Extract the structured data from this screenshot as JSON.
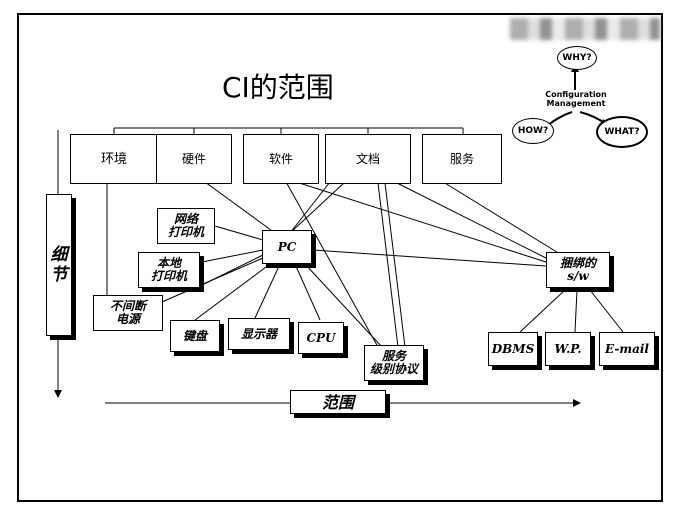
{
  "title": "CI的范围",
  "top_categories": [
    "环境",
    "硬件",
    "软件",
    "文档",
    "服务"
  ],
  "nodes": {
    "pc": "PC",
    "net_printer": "网络\n打印机",
    "local_printer": "本地\n打印机",
    "ups": "不间断\n电源",
    "keyboard": "键盘",
    "monitor": "显示器",
    "cpu": "CPU",
    "sla": "服务\n级别协议",
    "bundled_sw": "捆绑的\ns/w",
    "dbms": "DBMS",
    "wp": "W.P.",
    "email": "E-mail"
  },
  "axes": {
    "detail": "细\n节",
    "scope": "范围"
  },
  "cm_diagram": {
    "why": "WHY?",
    "how": "HOW?",
    "what": "WHAT?",
    "center": "Configuration\nManagement"
  }
}
